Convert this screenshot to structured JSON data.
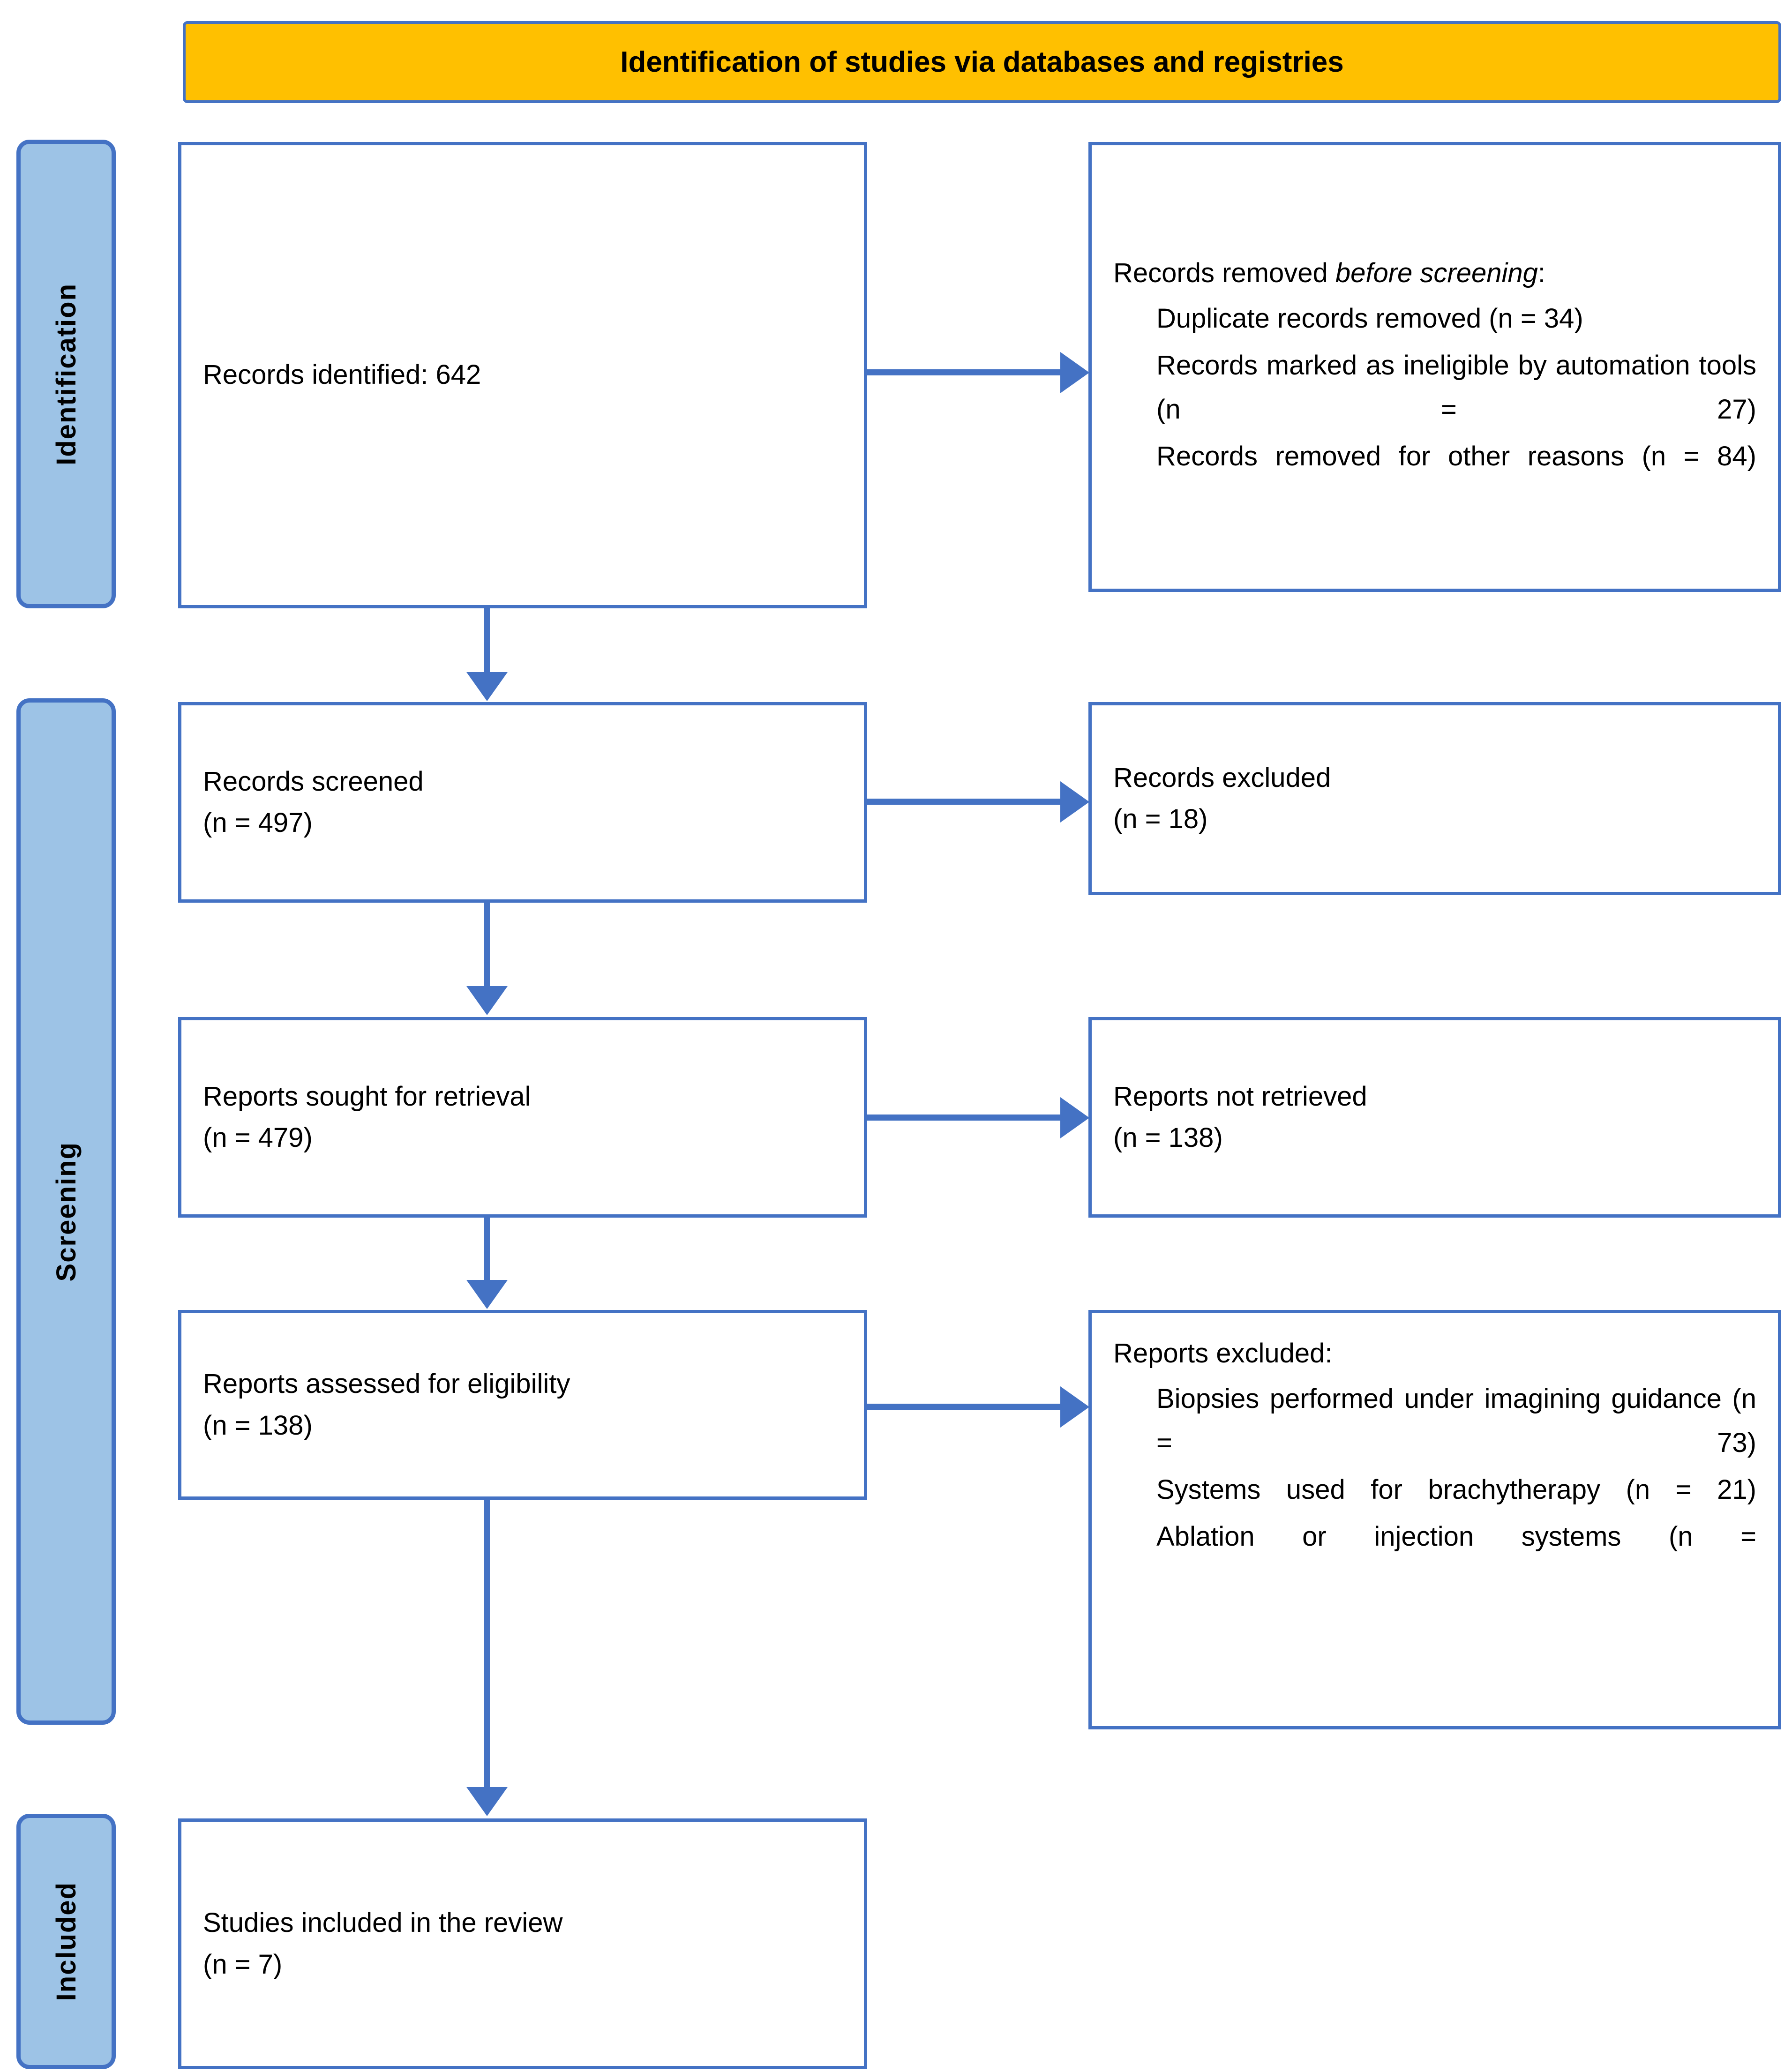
{
  "banner": {
    "title": "Identification of studies via databases and registries"
  },
  "colors": {
    "banner_fill": "#FFC000",
    "stage_fill": "#9DC3E6",
    "line": "#4472C4",
    "box_fill": "#FFFFFF",
    "text": "#000000"
  },
  "stages": [
    {
      "id": "identification",
      "label": "Identification"
    },
    {
      "id": "screening",
      "label": "Screening"
    },
    {
      "id": "included",
      "label": "Included"
    }
  ],
  "boxes": {
    "identified": {
      "line1": "Records identified: 642"
    },
    "removed": {
      "heading_prefix": "Records removed ",
      "heading_italic": "before screening",
      "heading_suffix": ":",
      "items": [
        "Duplicate records removed (n = 34)",
        "Records marked as ineligible by automation tools (n = 27)",
        "Records removed for other reasons (n = 84)"
      ]
    },
    "screened": {
      "line1": "Records screened",
      "line2": "(n = 497)"
    },
    "excluded_records": {
      "line1": "Records excluded",
      "line2": "(n = 18)"
    },
    "sought": {
      "line1": "Reports sought for retrieval",
      "line2": "(n = 479)"
    },
    "not_retrieved": {
      "line1": "Reports not retrieved",
      "line2": "(n = 138)"
    },
    "assessed": {
      "line1": "Reports assessed for eligibility",
      "line2": "(n = 138)"
    },
    "excluded_reports": {
      "heading": "Reports excluded:",
      "items": [
        "Biopsies performed under imagining guidance (n = 73)",
        "Systems used for brachytherapy (n = 21)",
        "Ablation or injection systems (n ="
      ]
    },
    "included": {
      "line1": "Studies included in the review",
      "line2": "(n = 7)"
    }
  }
}
